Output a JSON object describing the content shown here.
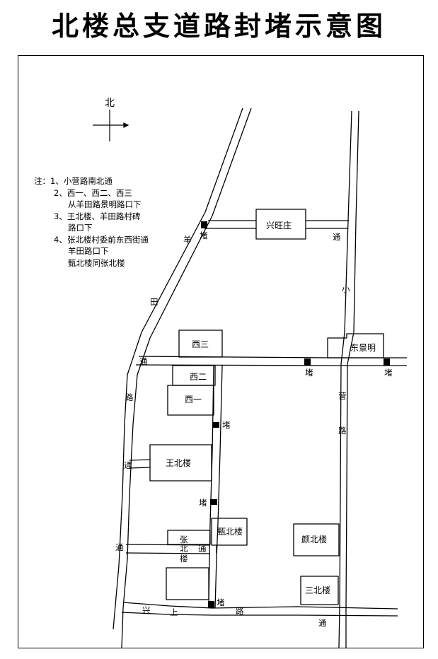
{
  "title": "北楼总支道路封堵示意图",
  "compass": {
    "north_label": "北"
  },
  "notes": {
    "prefix": "注：",
    "items": [
      {
        "line1": "1、小营路南北通"
      },
      {
        "line1": "2、西一、西二、西三",
        "line2": "从羊田路景明路口下"
      },
      {
        "line1": "3、王北楼、羊田路村碑",
        "line2": "路口下"
      },
      {
        "line1": "4、张北楼村委前东西街通",
        "line2": "羊田路口下",
        "line3": "甄北楼同张北楼"
      }
    ]
  },
  "buildings": {
    "xingwangzhuang": "兴旺庄",
    "xisan": "西三",
    "xier": "西二",
    "xiyi": "西一",
    "dongjingming": "东景明",
    "wangbeilou": "王北楼",
    "zhenbeilou": "甄北楼",
    "yanbeilou": "颜北楼",
    "sanbeilou": "三北楼"
  },
  "road_labels": {
    "yang": "羊",
    "tian": "田",
    "lu": "路",
    "xiao": "小",
    "ying": "营",
    "lu2": "路",
    "xing": "兴",
    "shang": "上",
    "lu3": "路",
    "zhang": "张",
    "bei": "北",
    "lou": "楼"
  },
  "markers": {
    "blocked": "堵",
    "open": "通"
  }
}
